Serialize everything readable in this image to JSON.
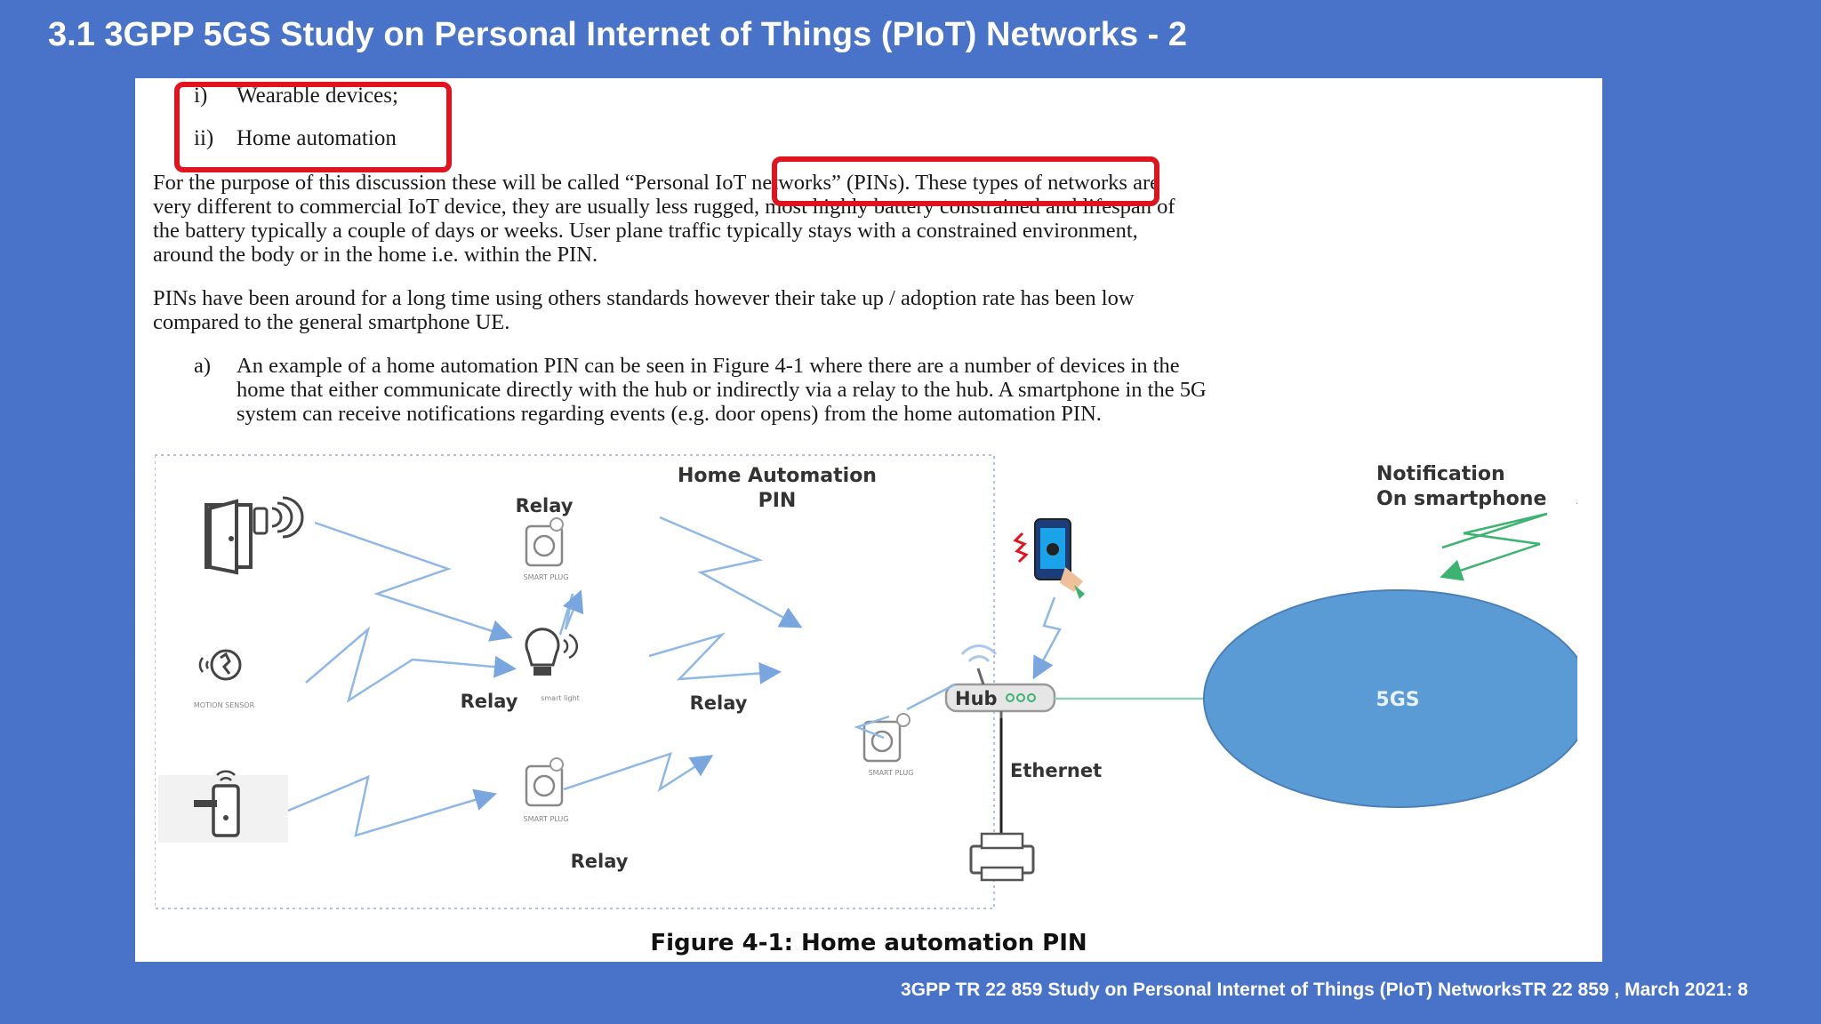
{
  "slide": {
    "title": "3.1 3GPP 5GS Study on Personal Internet of Things (PIoT) Networks - 2",
    "footer": "3GPP  TR 22 859 Study on Personal Internet of Things (PIoT) NetworksTR 22 859 , March 2021: 8"
  },
  "document": {
    "list": [
      {
        "marker": "i)",
        "text": "Wearable devices;"
      },
      {
        "marker": "ii)",
        "text": "Home automation"
      }
    ],
    "paragraph1": [
      "For the purpose of this discussion these will be called “Personal IoT networks” (PINs). These types of networks are",
      "very different to commercial IoT device, they are usually less rugged, most highly battery constrained and lifespan of",
      "the battery typically a couple of days or weeks. User plane traffic typically stays with a constrained environment,",
      "around the body or in the home i.e. within the PIN."
    ],
    "paragraph2": [
      "PINs have been around for a long time using others standards however their take up / adoption rate has been low",
      "compared to the general smartphone UE."
    ],
    "example": {
      "marker": "a)",
      "lines": [
        "An example of a home automation PIN can be seen in Figure 4-1 where there are a number of devices in the",
        "home that either communicate directly with the hub or indirectly via a relay to the hub. A smartphone in the 5G",
        "system can receive notifications regarding events (e.g. door opens) from the home automation PIN."
      ]
    }
  },
  "figure": {
    "title_line1": "Home Automation",
    "title_line2": "PIN",
    "notification_line1": "Notification",
    "notification_line2": "On smartphone",
    "relay_labels": [
      "Relay",
      "Relay",
      "Relay",
      "Relay"
    ],
    "hub_label": "Hub",
    "ethernet_label": "Ethernet",
    "network_label": "5GS",
    "smart_plug_caption": "SMART PLUG",
    "motion_sensor_caption": "MOTION SENSOR",
    "smart_light_caption": "smart light",
    "caption": "Figure 4-1: Home automation PIN"
  },
  "colors": {
    "slide_background": "#4873c8",
    "highlight_box": "#e0141e",
    "network_circle": "#5b9bd5",
    "arrow": "#8fb8e6"
  }
}
